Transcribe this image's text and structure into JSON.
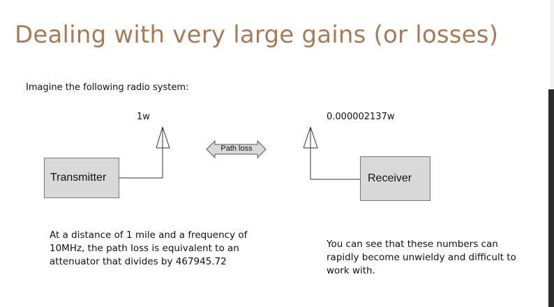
{
  "slide": {
    "title": "Dealing with very large gains (or losses)",
    "intro": "Imagine the following radio system:"
  },
  "diagram": {
    "transmitter_label": "Transmitter",
    "receiver_label": "Receiver",
    "tx_power": "1w",
    "rx_power": "0.000002137w",
    "path_loss_label": "Path loss"
  },
  "notes": {
    "left": "At a distance of 1 mile and a frequency of 10MHz, the path loss is equivalent to an attenuator that divides by 467945.72",
    "right": "You can see that these numbers can rapidly become unwieldy and difficult to work with."
  }
}
